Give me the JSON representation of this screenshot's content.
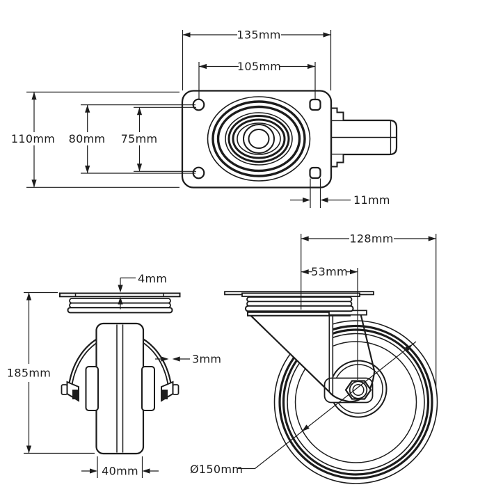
{
  "drawing": {
    "type": "caster-wheel-technical-drawing",
    "colors": {
      "line": "#1c1c1c",
      "background": "#ffffff"
    },
    "dimensions": {
      "top_view": {
        "plate_width": "135mm",
        "bolt_pattern_width": "105mm",
        "plate_depth": "110mm",
        "bolt_pattern_depth": "80mm",
        "slot_pattern_depth": "75mm",
        "bolt_hole_diameter": "11mm"
      },
      "front_view": {
        "plate_thickness": "4mm",
        "bracket_thickness": "3mm",
        "overall_height": "185mm",
        "wheel_width": "40mm"
      },
      "side_view": {
        "overall_length": "128mm",
        "swivel_offset": "53mm",
        "wheel_diameter": "Ø150mm"
      }
    }
  }
}
